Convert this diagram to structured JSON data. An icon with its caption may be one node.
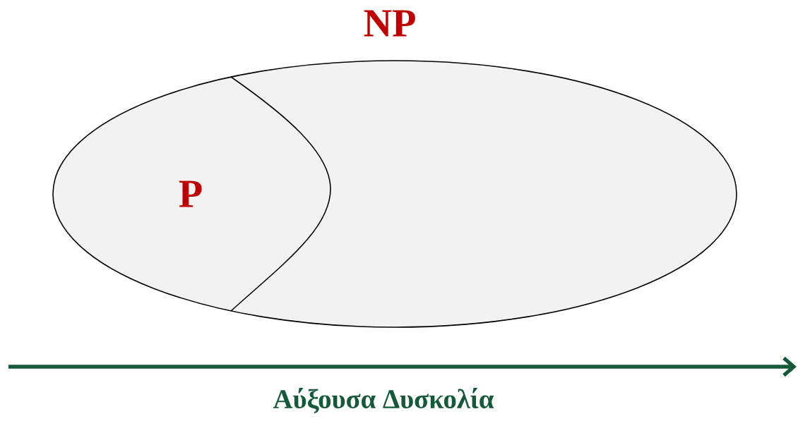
{
  "diagram": {
    "nodes": [
      {
        "text": [
          "NP"
        ]
      },
      {
        "text": [
          "P"
        ],
        "in": 0
      }
    ],
    "labels": [
      "Αύξουσα Δυσκολία"
    ]
  }
}
